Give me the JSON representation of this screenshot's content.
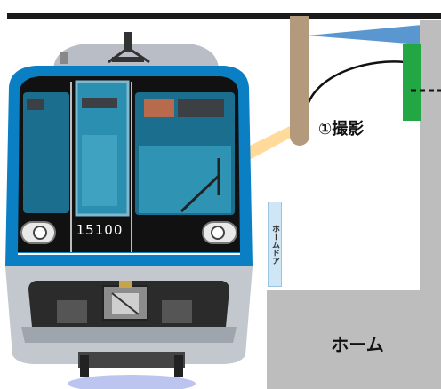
{
  "train": {
    "number": "15100",
    "body_color": "#0b7fc4",
    "face_color": "#111111"
  },
  "labels": {
    "camera_caption": "①撮影",
    "platform": "ホーム",
    "platform_door": "ホームドア"
  },
  "colors": {
    "pole": "#b39a7c",
    "platform": "#bdbdbd",
    "signal": "#22a744",
    "beam": "#ffd48a",
    "sky_beam": "#5a96d0"
  }
}
